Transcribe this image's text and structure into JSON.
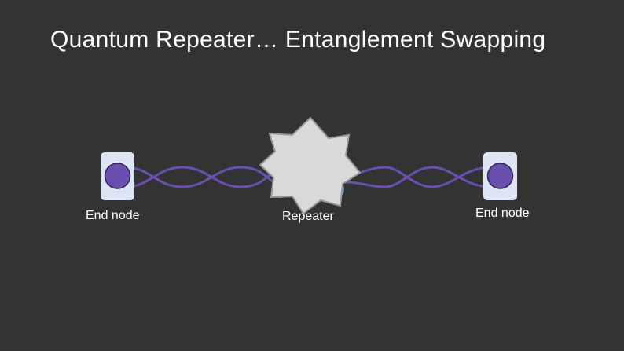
{
  "title": "Quantum Repeater… Entanglement Swapping",
  "colors": {
    "background": "#333333",
    "node_box": "#dbe5f3",
    "qubit_fill": "#6a4fb0",
    "qubit_stroke": "#2e2456",
    "wave": "#6a4fb0",
    "repeater_star": "#d9d9d9",
    "repeater_star_stroke": "#999999",
    "repeater_blob": "#5b8fcf"
  },
  "nodes": {
    "left": {
      "label": "End node"
    },
    "repeater": {
      "label": "Repeater"
    },
    "right": {
      "label": "End node"
    }
  }
}
